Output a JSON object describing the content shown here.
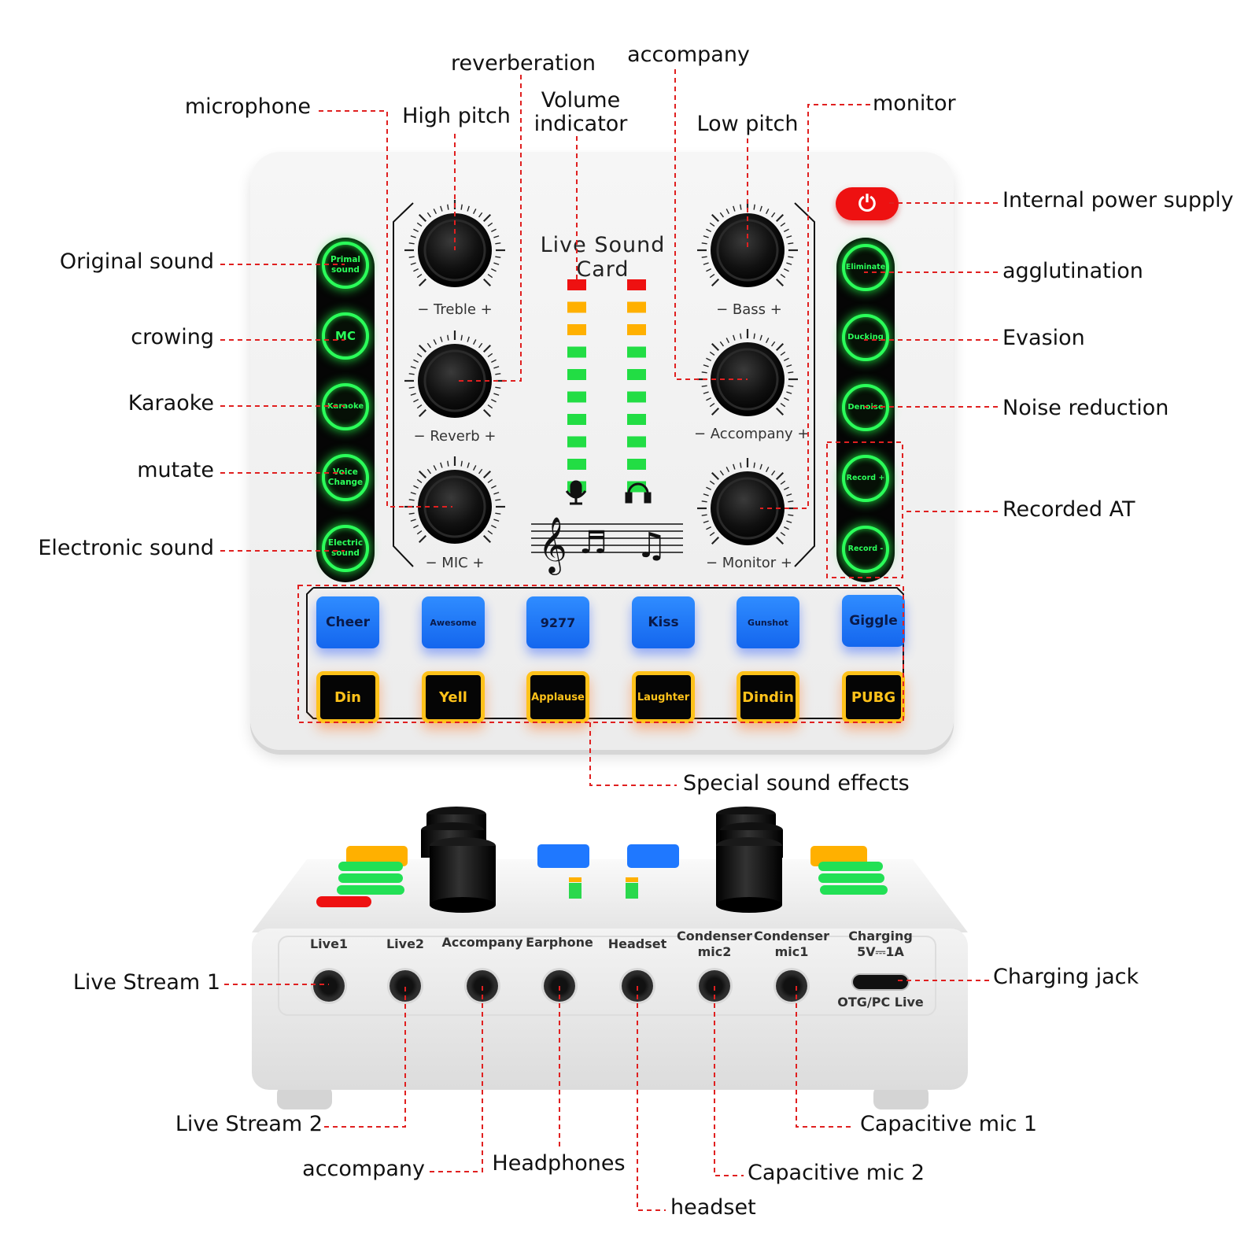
{
  "labels": {
    "reverberation": "reverberation",
    "accompany_top": "accompany",
    "microphone": "microphone",
    "high_pitch": "High pitch",
    "volume_indicator": "Volume\nindicator",
    "low_pitch": "Low pitch",
    "monitor": "monitor",
    "internal_power_supply": "Internal power supply",
    "original_sound": "Original sound",
    "crowing": "crowing",
    "karaoke": "Karaoke",
    "mutate": "mutate",
    "electronic_sound": "Electronic sound",
    "agglutination": "agglutination",
    "evasion": "Evasion",
    "noise_reduction": "Noise reduction",
    "recorded_at": "Recorded AT",
    "special_sound_effects": "Special sound effects",
    "live_stream_1": "Live Stream 1",
    "charging_jack": "Charging jack",
    "live_stream_2": "Live Stream 2",
    "capacitive_mic_1": "Capacitive mic 1",
    "accompany_bottom": "accompany",
    "headphones": "Headphones",
    "capacitive_mic_2": "Capacitive mic 2",
    "headset": "headset"
  },
  "panel": {
    "title": "Live Sound Card",
    "knobs": {
      "treble": "− Treble +",
      "reverb": "− Reverb +",
      "mic": "−   MIC   +",
      "bass": "−   Bass   +",
      "accompany": "− Accompany +",
      "monitor": "− Monitor +"
    },
    "left_buttons": [
      "Primal\nsound",
      "MC",
      "Karaoke",
      "Voice\nChange",
      "Electric\nsound"
    ],
    "right_buttons": [
      "Eliminate",
      "Ducking",
      "Denoise",
      "Record +",
      "Record -"
    ],
    "blue_pads": [
      "Cheer",
      "Awesome",
      "9277",
      "Kiss",
      "Gunshot",
      "Giggle"
    ],
    "yellow_pads": [
      "Din",
      "Yell",
      "Applause",
      "Laughter",
      "Dindin",
      "PUBG"
    ]
  },
  "rear": {
    "ports": [
      "Live1",
      "Live2",
      "Accompany",
      "Earphone",
      "Headset",
      "Condenser\nmic2",
      "Condenser\nmic1"
    ],
    "charging_top": "Charging\n5V⎓1A",
    "charging_bottom": "OTG/PC Live"
  },
  "colors": {
    "leader": "#e02020",
    "green_led": "#2bff5a",
    "blue_pad": "#1f78ff",
    "yellow_pad": "#ffc21a",
    "power_red": "#ee1111"
  }
}
